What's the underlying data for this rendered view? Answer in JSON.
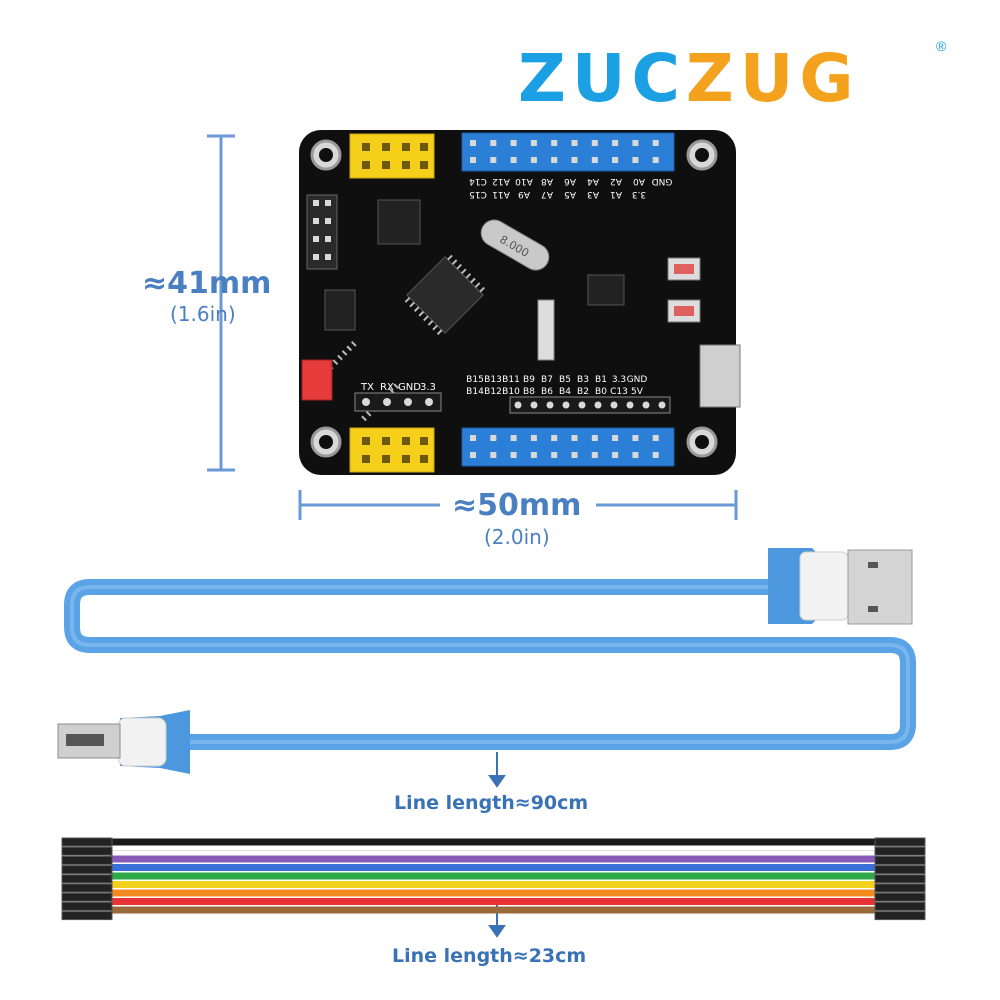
{
  "brand": {
    "logo_part1": "ZUC",
    "logo_part2": "ZUG",
    "registered": "®",
    "color_blue": "#1ba0e3",
    "color_orange": "#f4a21d"
  },
  "dimensions": {
    "height_main": "≈41mm",
    "height_sub": "(1.6in)",
    "width_main": "≈50mm",
    "width_sub": "(2.0in)",
    "accent": "#4a7fc1"
  },
  "board": {
    "top_pins": [
      "C14",
      "C15",
      "A12",
      "A11",
      "A10",
      "A9",
      "A8",
      "A7",
      "A6",
      "A5",
      "A4",
      "A3",
      "A2",
      "A1",
      "A0",
      "3.3",
      "GND"
    ],
    "bottom_pins": [
      "B15",
      "B14",
      "B13",
      "B12",
      "B11",
      "B10",
      "B9",
      "B8",
      "B7",
      "B6",
      "B5",
      "B4",
      "B3",
      "B2",
      "B1",
      "B0",
      "3.3",
      "C13",
      "GND",
      "5V"
    ],
    "uart_pins": [
      "TX",
      "RX",
      "GND",
      "3.3"
    ],
    "chip_text": "8.000",
    "pcb_color": "#0f0f0f",
    "header_blue": "#2b7fd6",
    "header_yellow": "#f5cf1a",
    "jumper_red": "#e53b3b"
  },
  "usb_cable": {
    "length_label": "Line length≈90cm",
    "color": "#5aa3e6"
  },
  "dupont_cable": {
    "length_label": "Line length≈23cm",
    "wire_colors": [
      "#1a1a1a",
      "#ffffff",
      "#8a5ab8",
      "#3a6fd8",
      "#2fa84a",
      "#f2d21e",
      "#f28a1e",
      "#e63232",
      "#9a6a3a"
    ]
  }
}
